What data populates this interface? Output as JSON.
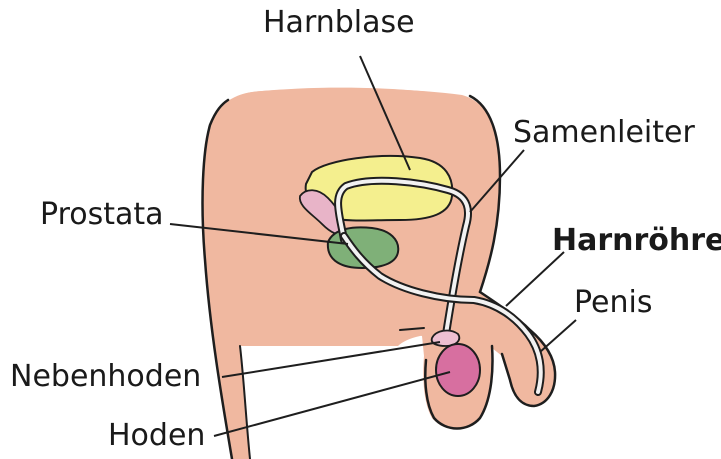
{
  "labels": {
    "bladder": "Harnblase",
    "vas_deferens": "Samenleiter",
    "prostate": "Prostata",
    "urethra": "Harnröhre",
    "penis": "Penis",
    "epididymis": "Nebenhoden",
    "testicle": "Hoden"
  },
  "colors": {
    "skin": "#f0b8a0",
    "skin_outline": "#1e1e1e",
    "bladder": "#f4ef8e",
    "prostate": "#7fb078",
    "seminal_vesicle": "#e8b4c8",
    "testicle": "#d76fa0",
    "epididymis": "#eec0d2",
    "duct": "#f2f2f2",
    "text": "#1a1a1a"
  }
}
